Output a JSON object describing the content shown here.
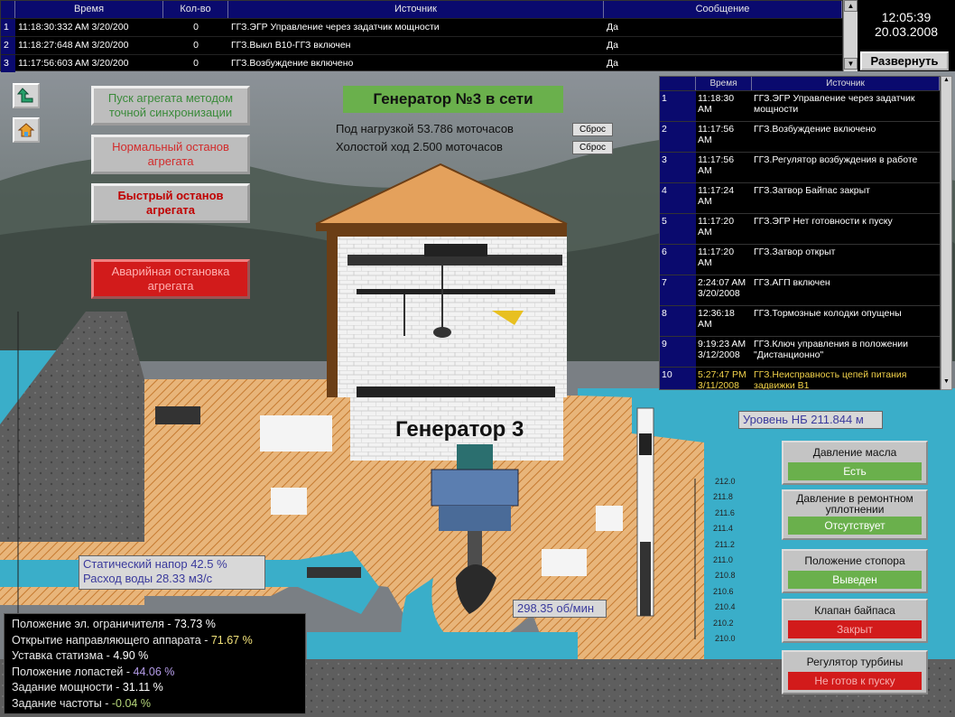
{
  "alarm_table": {
    "columns": [
      "Время",
      "Кол-во",
      "Источник",
      "Сообщение"
    ],
    "rows": [
      {
        "num": "1",
        "time": "11:18:30:332 AM  3/20/200",
        "count": "0",
        "source": "ГГЗ.ЭГР Управление через задатчик мощности",
        "message": "Да"
      },
      {
        "num": "2",
        "time": "11:18:27:648 AM  3/20/200",
        "count": "0",
        "source": "ГГЗ.Выкл В10-ГГЗ включен",
        "message": "Да"
      },
      {
        "num": "3",
        "time": "11:17:56:603 AM  3/20/200",
        "count": "0",
        "source": "ГГЗ.Возбуждение включено",
        "message": "Да"
      }
    ]
  },
  "clock": {
    "time": "12:05:39",
    "date": "20.03.2008"
  },
  "expand_button": "Развернуть",
  "controls": {
    "sync_start": "Пуск агрегата методом точной синхронизации",
    "normal_stop": "Нормальный останов агрегата",
    "fast_stop": "Быстрый останов агрегата",
    "emergency_stop": "Аварийная остановка агрегата"
  },
  "generator_title": "Генератор №3 в сети",
  "hours": {
    "load_label": "Под нагрузкой",
    "load_value": "53.786",
    "load_unit": "моточасов",
    "idle_label": "Холостой ход",
    "idle_value": "2.500",
    "idle_unit": "моточасов",
    "reset": "Сброс"
  },
  "event_log": {
    "columns": [
      "Время",
      "Источник"
    ],
    "rows": [
      {
        "num": "1",
        "time": "11:18:30 AM",
        "source": "ГГЗ.ЭГР Управление через задатчик мощности",
        "warn": false
      },
      {
        "num": "2",
        "time": "11:17:56 AM",
        "source": "ГГЗ.Возбуждение включено",
        "warn": false
      },
      {
        "num": "3",
        "time": "11:17:56 AM",
        "source": "ГГЗ.Регулятор возбуждения в работе",
        "warn": false
      },
      {
        "num": "4",
        "time": "11:17:24 AM",
        "source": "ГГЗ.Затвор Байпас закрыт",
        "warn": false
      },
      {
        "num": "5",
        "time": "11:17:20 AM",
        "source": "ГГЗ.ЭГР Нет готовности к пуску",
        "warn": false
      },
      {
        "num": "6",
        "time": "11:17:20 AM",
        "source": "ГГЗ.Затвор открыт",
        "warn": false
      },
      {
        "num": "7",
        "time": "2:24:07 AM 3/20/2008",
        "source": "ГГЗ.АГП включен",
        "warn": false
      },
      {
        "num": "8",
        "time": "12:36:18 AM",
        "source": "ГГЗ.Тормозные колодки опущены",
        "warn": false
      },
      {
        "num": "9",
        "time": "9:19:23 AM 3/12/2008",
        "source": "ГГЗ.Ключ управления в положении \"Дистанционно\"",
        "warn": false
      },
      {
        "num": "10",
        "time": "5:27:47 PM 3/11/2008",
        "source": "ГГЗ.Неисправность цепей питания задвижки В1",
        "warn": true
      }
    ]
  },
  "tailwater_level": "Уровень НБ 211.844 м",
  "generator_label": "Генератор 3",
  "head_flow": {
    "head": "Статический напор 42.5 %",
    "flow": "Расход воды   28.33 м3/с"
  },
  "speed": "298.35 об/мин",
  "gauge_ticks": [
    "212.0",
    "211.8",
    "211.6",
    "211.4",
    "211.2",
    "211.0",
    "210.8",
    "210.6",
    "210.4",
    "210.2",
    "210.0"
  ],
  "status_panels": [
    {
      "label": "Давление масла",
      "value": "Есть",
      "state": "ok"
    },
    {
      "label": "Давление в ремонтном уплотнении",
      "value": "Отсутствует",
      "state": "ok"
    },
    {
      "label": "Положение стопора",
      "value": "Выведен",
      "state": "ok"
    },
    {
      "label": "Клапан байпаса",
      "value": "Закрыт",
      "state": "bad"
    },
    {
      "label": "Регулятор турбины",
      "value": "Не готов к пуску",
      "state": "bad"
    }
  ],
  "params": [
    {
      "label": "Положение эл. ограничителя - ",
      "value": "73.73 %",
      "color": "#ffffff"
    },
    {
      "label": "Открытие направляющего аппарата - ",
      "value": "71.67 %",
      "color": "#f2e27a"
    },
    {
      "label": "Уставка статизма - ",
      "value": "4.90 %",
      "color": "#ffffff"
    },
    {
      "label": "Положение лопастей - ",
      "value": "44.06 %",
      "color": "#b49ce8"
    },
    {
      "label": "Задание мощности - ",
      "value": "31.11 %",
      "color": "#ffffff"
    },
    {
      "label": "Задание частоты - ",
      "value": "-0.04 %",
      "color": "#b5d67a"
    }
  ],
  "colors": {
    "ok": "#6ab04c",
    "bad": "#d21b1b",
    "panel_blue": "#0a0a6e",
    "water": "#3aaec9",
    "concrete": "#e5b078"
  }
}
